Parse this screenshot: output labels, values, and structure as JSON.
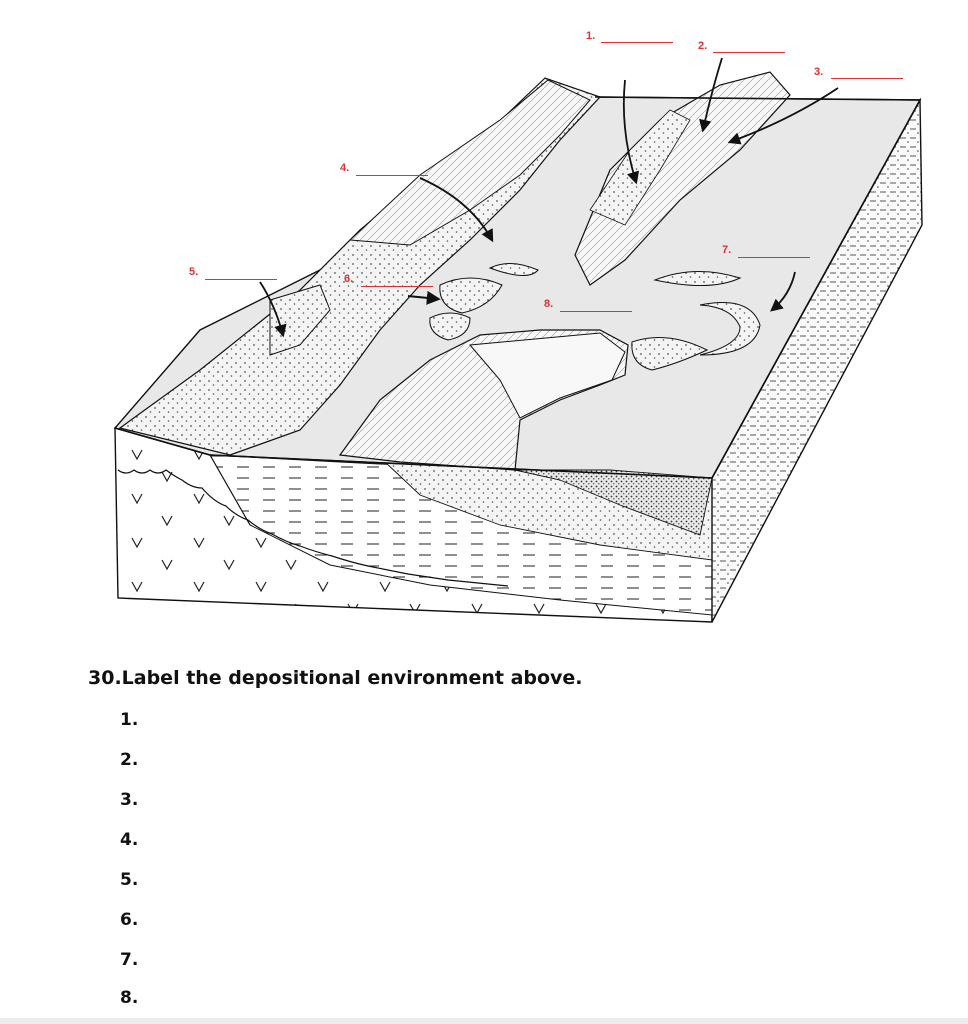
{
  "labels": [
    {
      "num": "1."
    },
    {
      "num": "2."
    },
    {
      "num": "3."
    },
    {
      "num": "4."
    },
    {
      "num": "5."
    },
    {
      "num": "6."
    },
    {
      "num": "7."
    },
    {
      "num": "8."
    }
  ],
  "question": {
    "title": "30.Label the depositional environment above.",
    "answers": [
      "1.",
      "2.",
      "3.",
      "4.",
      "5.",
      "6.",
      "7.",
      "8."
    ]
  },
  "colors": {
    "label": "#e03131",
    "surface": "#e8e8e8",
    "ink": "#111111"
  }
}
